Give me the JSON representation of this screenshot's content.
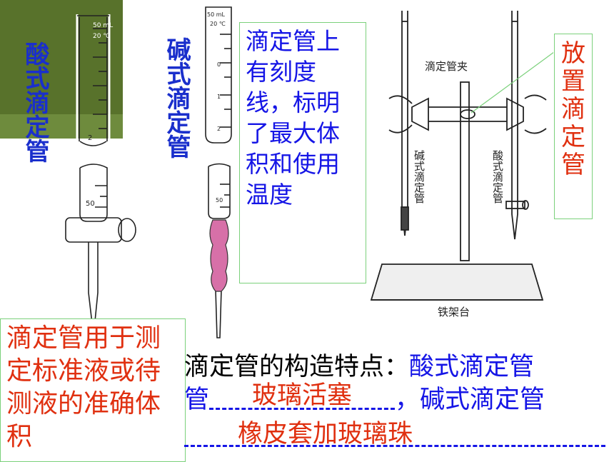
{
  "labels": {
    "acid_burette_title": "酸式滴定管",
    "base_burette_title": "碱式滴定管"
  },
  "burette_scale": {
    "volume": "50 mL",
    "temperature": "20 ℃",
    "marks": [
      "0",
      "1",
      "2",
      "50"
    ]
  },
  "stand_labels": {
    "clamp": "滴定管夹",
    "base_burette": "碱式滴定管",
    "acid_burette": "酸式滴定管",
    "iron_stand": "铁架台"
  },
  "note_scale": "滴定管上有刻度线，标明了最大体积和使用温度",
  "note_placement": [
    "放",
    "置",
    "滴",
    "定",
    "管"
  ],
  "note_usage": "滴定管用于测定标准液或待测液的准确体积",
  "feature": {
    "prefix": "滴定管的构造特点：",
    "acid_label": "酸式滴定管",
    "acid_answer": "玻璃活塞",
    "separator": "，",
    "base_label": "碱式滴定管",
    "base_answer": "橡皮套加玻璃珠"
  }
}
